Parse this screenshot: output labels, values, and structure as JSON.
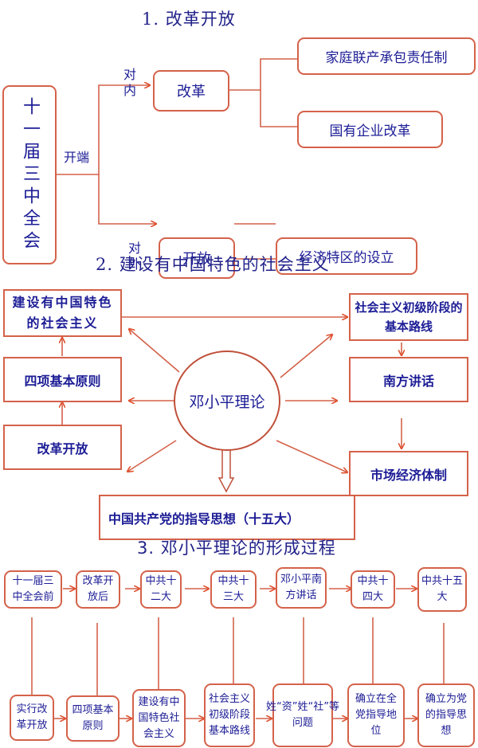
{
  "section1": {
    "title": "1. 改革开放",
    "root": "十一届三中全会",
    "start_label": "开端",
    "inner_label": "对内",
    "outer_label": "对外",
    "reform": "改革",
    "opening": "开放",
    "reform_children": [
      "家庭联产承包责任制",
      "国有企业改革"
    ],
    "opening_children": [
      "经济特区的设立"
    ]
  },
  "section2": {
    "title": "2. 建设有中国特色的社会主义",
    "center": "邓小平理论",
    "left_boxes": [
      "建设有中国特色的社会主义",
      "四项基本原则",
      "改革开放"
    ],
    "right_boxes": [
      "社会主义初级阶段的基本路线",
      "南方讲话",
      "市场经济体制"
    ],
    "bottom_box": "中国共产党的指导思想（十五大）"
  },
  "section3": {
    "title": "3. 邓小平理论的形成过程",
    "top_row": [
      "十一届三中全会前",
      "改革开放后",
      "中共十二大",
      "中共十三大",
      "邓小平南方讲话",
      "中共十四大",
      "中共十五大"
    ],
    "bottom_row": [
      "实行改革开放",
      "四项基本原则",
      "建设有中国特色社会主义",
      "社会主义初级阶段基本路线",
      "姓“资”姓“社”等问题",
      "确立在全党指导地位",
      "确立为党的指导思想"
    ]
  },
  "colors": {
    "line": "#d4624a",
    "text": "#1c1c96",
    "title": "#22228a"
  }
}
